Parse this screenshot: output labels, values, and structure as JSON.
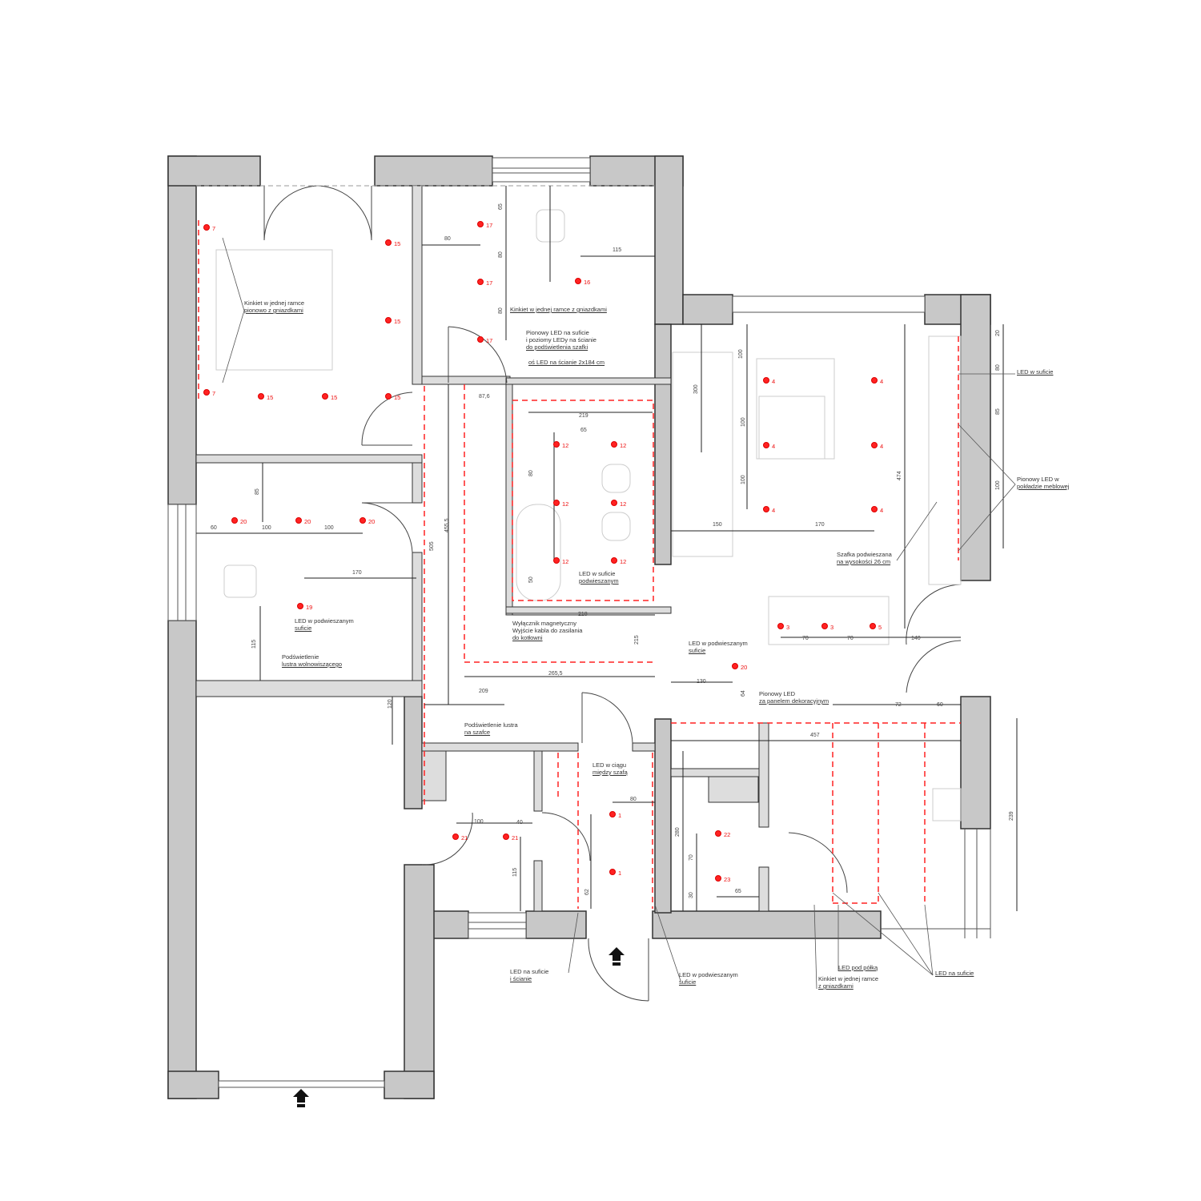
{
  "plan": {
    "colors": {
      "wall": "#c8c8c8",
      "wall_outline": "#333333",
      "lighting": "#ff2222",
      "dimension": "#222222"
    },
    "labels": [
      [
        "Kinkiet w jednej ramce",
        "pionowo z gniazdkami"
      ],
      [
        "Kinkiet w jednej ramce z gniazdkami"
      ],
      [
        "Pionowy LED na suficie",
        "i poziomy LEDy na ścianie",
        "do podświetlenia szafki"
      ],
      [
        "oś LED na ścianie 2x184 cm"
      ],
      [
        "LED w suficie"
      ],
      [
        "Pionowy LED w",
        "pokładzie meblowej"
      ],
      [
        "Szafka podwieszana",
        "na wysokości 26 cm"
      ],
      [
        "LED w suficie",
        "podwieszanym"
      ],
      [
        "Wyłącznik magnetyczny",
        "Wyjście kabla do zasilania",
        "do kotłowni"
      ],
      [
        "LED w podwieszanym",
        "suficie"
      ],
      [
        "Podświetlenie",
        "lustra wolnowiszącego"
      ],
      [
        "LED w podwieszanym",
        "suficie"
      ],
      [
        "Pionowy LED",
        "za panelem dekoracyjnym"
      ],
      [
        "Podświetlenie lustra",
        "na szafce"
      ],
      [
        "LED w ciągu",
        "między szafą"
      ],
      [
        "LED na suficie",
        "i ścianie"
      ],
      [
        "LED w podwieszanym",
        "suficie"
      ],
      [
        "LED pod półką"
      ],
      [
        "Kinkiet w jednej ramce",
        "z gniazdkami"
      ],
      [
        "LED na suficie"
      ]
    ],
    "dimensions": [
      "65",
      "80",
      "80",
      "80",
      "115",
      "300",
      "100",
      "100",
      "100",
      "150",
      "170",
      "474",
      "20",
      "80",
      "85",
      "100",
      "60",
      "100",
      "100",
      "170",
      "115",
      "85",
      "80",
      "65",
      "219",
      "218",
      "455,5",
      "265,5",
      "505",
      "215",
      "50",
      "209",
      "120",
      "70",
      "70",
      "140",
      "64",
      "130",
      "72",
      "60",
      "457",
      "239",
      "280",
      "70",
      "30",
      "65",
      "80",
      "40",
      "115",
      "62",
      "87,6",
      "100"
    ],
    "fixtures": [
      "7",
      "15",
      "15",
      "15",
      "15",
      "15",
      "7",
      "17",
      "17",
      "17",
      "16",
      "4",
      "4",
      "4",
      "4",
      "4",
      "4",
      "12",
      "12",
      "12",
      "12",
      "12",
      "12",
      "20",
      "20",
      "20",
      "19",
      "3",
      "3",
      "5",
      "21",
      "21",
      "1",
      "1",
      "22",
      "23",
      "20"
    ]
  }
}
